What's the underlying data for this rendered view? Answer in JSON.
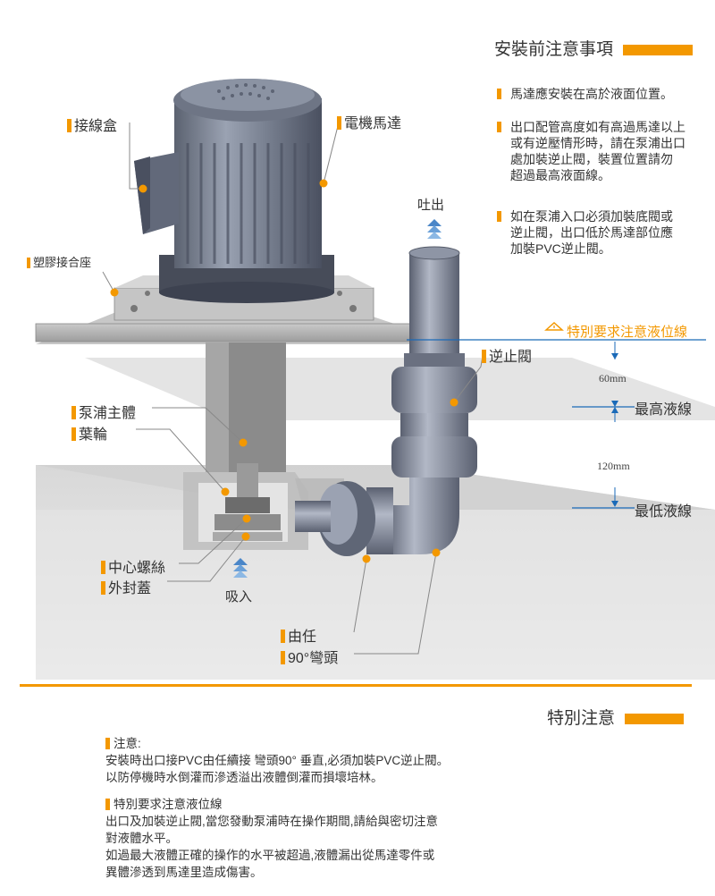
{
  "install_notes": {
    "title": "安裝前注意事項",
    "items": [
      {
        "lines": [
          "馬達應安裝在高於液面位置。"
        ]
      },
      {
        "lines": [
          "出口配管高度如有高過馬達以上",
          "或有逆壓情形時，請在泵浦出口",
          "處加裝逆止閥，裝置位置請勿",
          "超過最高液面線。"
        ]
      },
      {
        "lines": [
          "如在泵浦入口必須加裝底閥或",
          "逆止閥，出口低於馬達部位應",
          "加裝PVC逆止閥。"
        ]
      }
    ]
  },
  "diagram": {
    "labels": {
      "junction_box": "接線盒",
      "motor": "電機馬達",
      "plastic_seat": "塑膠接合座",
      "pump_body": "泵浦主體",
      "impeller": "葉輪",
      "center_screw": "中心螺絲",
      "outer_cover": "外封蓋",
      "check_valve": "逆止閥",
      "union": "由任",
      "elbow": "90°彎頭"
    },
    "flow": {
      "outlet": "吐出",
      "inlet": "吸入"
    },
    "levels": {
      "special": "特別要求注意液位線",
      "max": "最高液線",
      "min": "最低液線"
    },
    "measurements": {
      "upper": "60mm",
      "lower": "120mm"
    },
    "colors": {
      "accent": "#f39800",
      "level_line": "#1a6ab8"
    }
  },
  "special_notes": {
    "title": "特別注意",
    "blocks": [
      {
        "heading": "注意:",
        "lines": [
          "安裝時出口接PVC由任續接 彎頭90° 垂直,必須加裝PVC逆止閥。",
          "以防停機時水倒灌而滲透溢出液體倒灌而損壞培林。"
        ]
      },
      {
        "heading": "特別要求注意液位線",
        "lines": [
          "出口及加裝逆止閥,當您發動泵浦時在操作期間,請給與密切注意",
          "對液體水平。",
          "如過最大液體正確的操作的水平被超過,液體漏出從馬達零件或",
          "異體滲透到馬達里造成傷害。"
        ]
      }
    ]
  }
}
